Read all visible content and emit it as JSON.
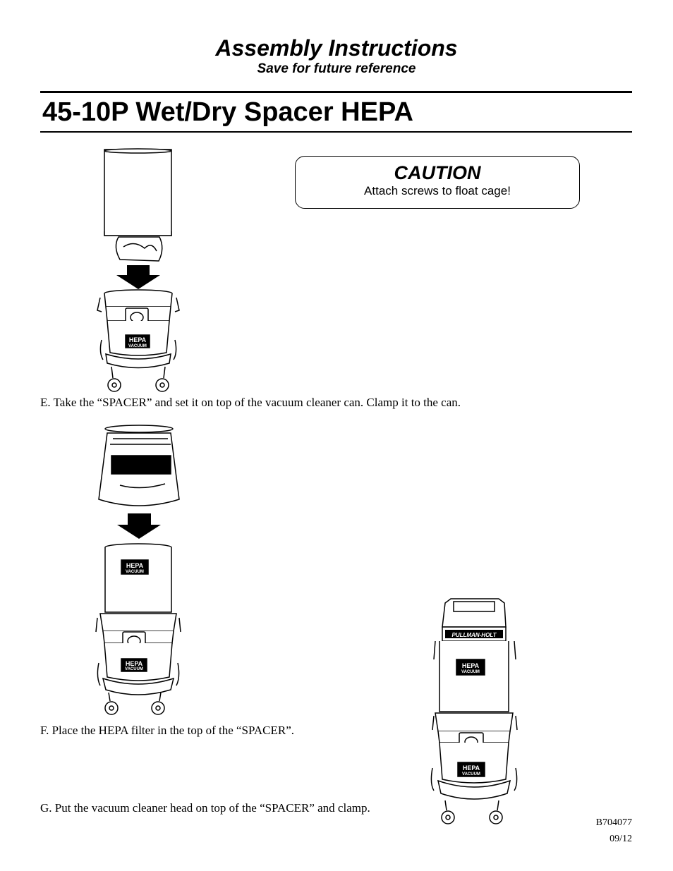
{
  "header": {
    "title": "Assembly Instructions",
    "subtitle": "Save for future reference"
  },
  "document": {
    "title": "45-10P Wet/Dry Spacer HEPA"
  },
  "caution": {
    "title": "CAUTION",
    "text": "Attach screws to float cage!"
  },
  "steps": [
    {
      "text": "E. Take the “SPACER” and set it on top of the vacuum cleaner can.  Clamp it to the can."
    },
    {
      "text": "F. Place the HEPA filter in the top of the “SPACER”."
    },
    {
      "text": "G. Put the vacuum cleaner head on top of the “SPACER” and clamp."
    }
  ],
  "illustrations": {
    "label_hepa": "HEPA",
    "label_vacuum": "VACUUM",
    "brand": "PULLMAN-HOLT"
  },
  "footer": {
    "code": "B704077",
    "date": "09/12"
  }
}
